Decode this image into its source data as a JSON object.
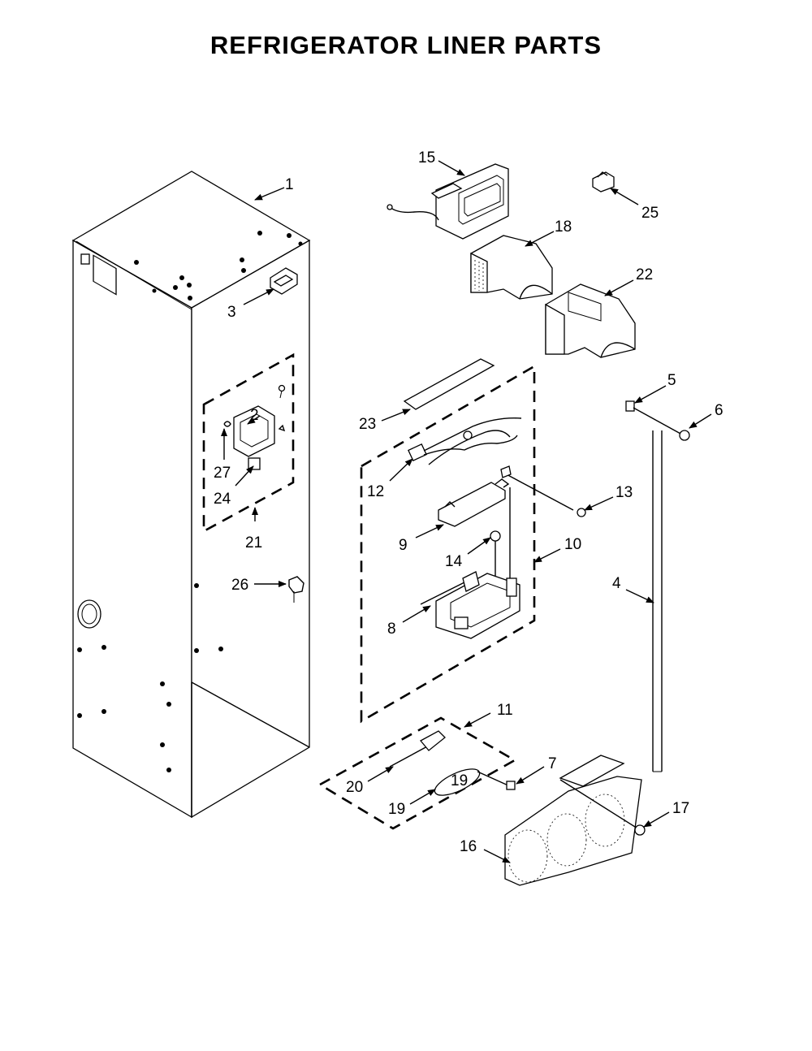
{
  "title": "REFRIGERATOR LINER PARTS",
  "callouts": {
    "p1": "1",
    "p2": "2",
    "p3": "3",
    "p4": "4",
    "p5": "5",
    "p6": "6",
    "p7": "7",
    "p8": "8",
    "p9": "9",
    "p10": "10",
    "p11": "11",
    "p12": "12",
    "p13": "13",
    "p14": "14",
    "p15": "15",
    "p16": "16",
    "p17": "17",
    "p18": "18",
    "p19": "19",
    "p20": "20",
    "p21": "21",
    "p22": "22",
    "p23": "23",
    "p24": "24",
    "p25": "25",
    "p26": "26",
    "p27": "27"
  },
  "part_19_label": "19"
}
